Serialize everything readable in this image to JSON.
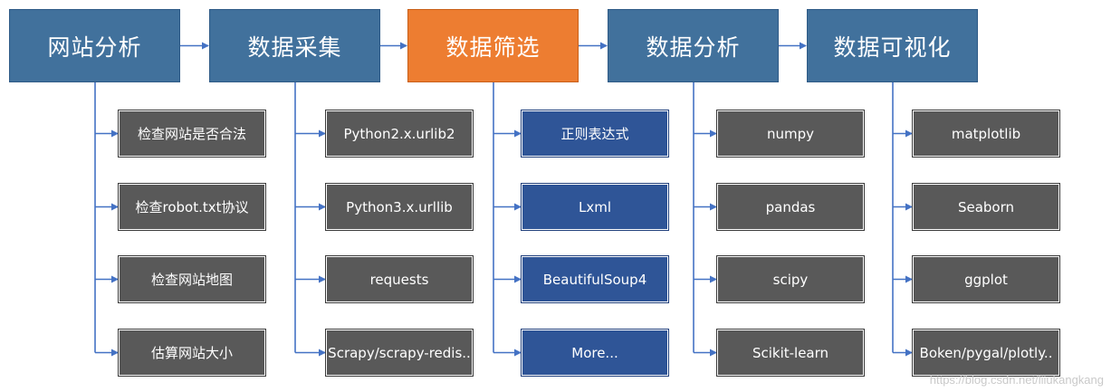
{
  "colors": {
    "stage": "#41719c",
    "stage_highlight": "#ed7d31",
    "item": "#595959",
    "item_accent": "#2f5597",
    "connector": "#4472c4"
  },
  "stages": [
    {
      "label": "网站分析",
      "highlight": false,
      "item_style": "item",
      "items": [
        "检查网站是否合法",
        "检查robot.txt协议",
        "检查网站地图",
        "估算网站大小"
      ]
    },
    {
      "label": "数据采集",
      "highlight": false,
      "item_style": "item",
      "items": [
        "Python2.x.urlib2",
        "Python3.x.urllib",
        "requests",
        "Scrapy/scrapy-redis.."
      ]
    },
    {
      "label": "数据筛选",
      "highlight": true,
      "item_style": "item_accent",
      "items": [
        "正则表达式",
        "Lxml",
        "BeautifulSoup4",
        "More..."
      ]
    },
    {
      "label": "数据分析",
      "highlight": false,
      "item_style": "item",
      "items": [
        "numpy",
        "pandas",
        "scipy",
        "Scikit-learn"
      ]
    },
    {
      "label": "数据可视化",
      "highlight": false,
      "item_style": "item",
      "items": [
        "matplotlib",
        "Seaborn",
        "ggplot",
        "Boken/pygal/plotly.."
      ]
    }
  ],
  "watermark": "https://blog.csdn.net/liiukangkang"
}
